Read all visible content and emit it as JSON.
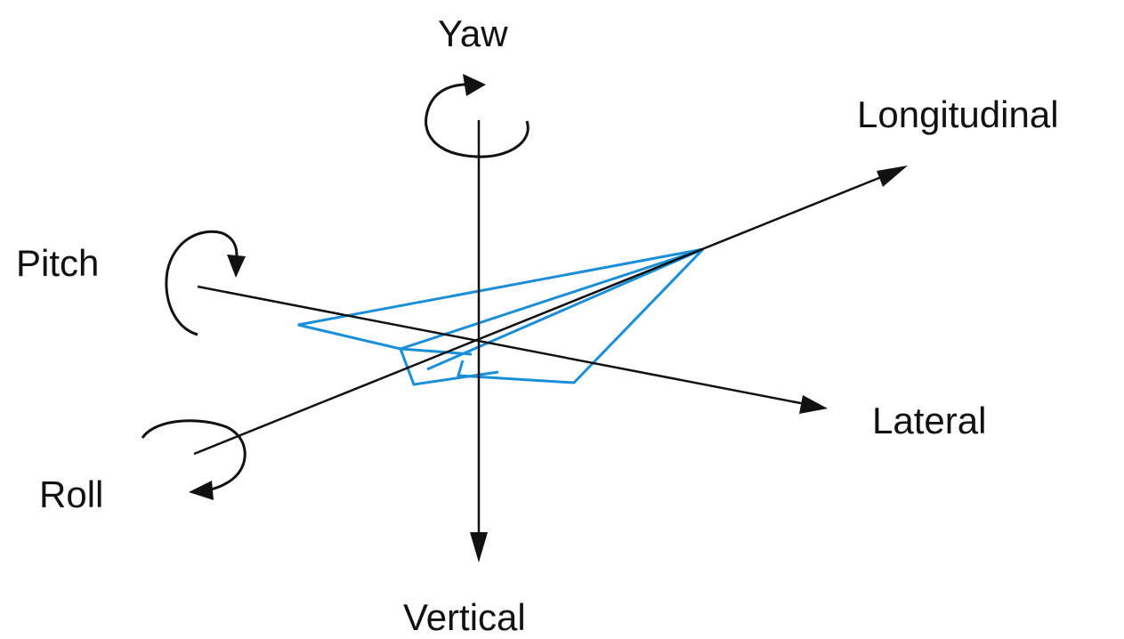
{
  "labels": {
    "yaw": "Yaw",
    "longitudinal": "Longitudinal",
    "pitch": "Pitch",
    "lateral": "Lateral",
    "roll": "Roll",
    "vertical": "Vertical"
  },
  "colors": {
    "airplane": "#1a8fd8",
    "axes": "#111111",
    "background": "#ffffff"
  }
}
